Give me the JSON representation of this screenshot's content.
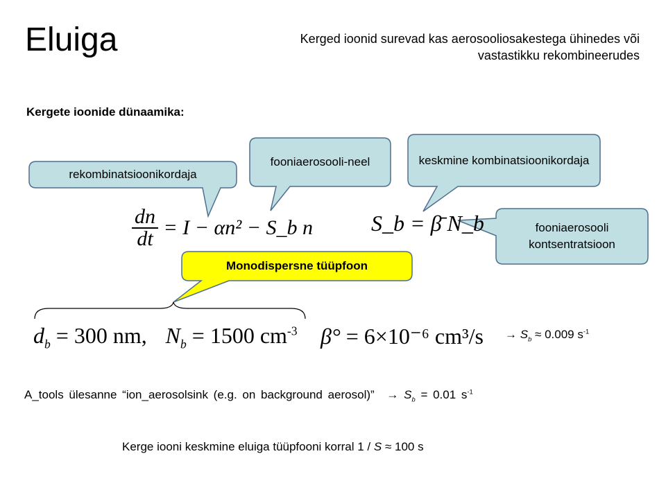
{
  "title": "Eluiga",
  "subtitle": "Kerged ioonid surevad kas aerosooliosakestega ühinedes või vastastikku rekombineerudes",
  "heading": "Kergete ioonide dünaamika:",
  "callouts": {
    "recombination": "rekombinatsioonikordaja",
    "background_sink": "fooniaerosooli-neel",
    "mean_coefficient": "keskmine kombinatsioonikordaja",
    "concentration": "fooniaerosooli kontsentratsioon",
    "monodisperse": "Monodispersne tüüpfoon"
  },
  "equations": {
    "eq1_num": "dn",
    "eq1_den": "dt",
    "eq1_rhs": "= I − αn² − S_b n",
    "eq2": "S_b = β̄ N_b",
    "db_value": "300 nm,",
    "Nb_value": "1500 cm",
    "Nb_exp": "-3",
    "beta_value": "6×10⁻⁶ cm³/s"
  },
  "result1": {
    "arrow": "→",
    "symbol": "S",
    "sub": "b",
    "approx": "≈ 0.009 s",
    "exp": "-1"
  },
  "line2": {
    "text": "A_tools ülesanne  “ion_aerosolsink (e.g. on background aerosol)”",
    "arrow": "→",
    "symbol": "S",
    "sub": "b",
    "value": "= 0.01 s",
    "exp": "-1"
  },
  "line3": {
    "text": "Kerge iooni keskmine eluiga tüüpfooni korral  1 / ",
    "symbol": "S",
    "value": " ≈ 100 s"
  },
  "colors": {
    "bubble_blue": "#bfdfe3",
    "bubble_yellow": "#ffff00",
    "outline": "#4f6f8f"
  }
}
